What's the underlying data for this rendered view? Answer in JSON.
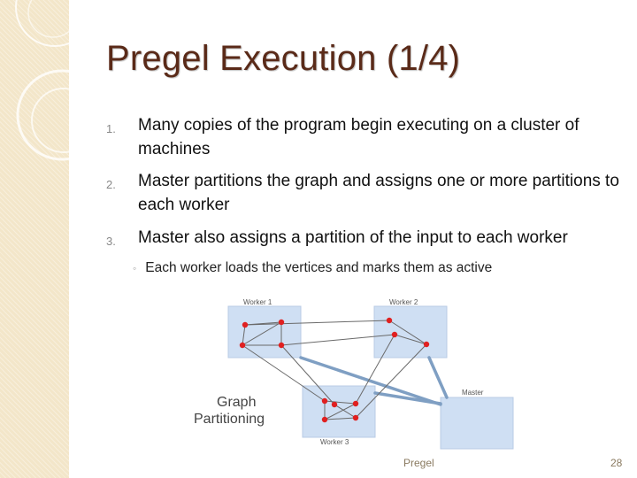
{
  "slide": {
    "title": "Pregel Execution (1/4)",
    "items": [
      {
        "number": "1.",
        "text": "Many copies of the program begin executing on a cluster of machines"
      },
      {
        "number": "2.",
        "text": "Master partitions the graph and assigns one or more partitions to each worker"
      },
      {
        "number": "3.",
        "text": "Master also assigns a partition of the input to each worker"
      }
    ],
    "sub_bullet": "Each worker loads the vertices and marks them as active",
    "bullet_glyph": "◦"
  },
  "diagram": {
    "worker1_label": "Worker 1",
    "worker2_label": "Worker 2",
    "worker3_label": "Worker 3",
    "master_label": "Master",
    "caption_line1": "Graph",
    "caption_line2": "Partitioning",
    "colors": {
      "box_fill": "#cfdff3",
      "box_stroke": "#b9cbe4",
      "node": "#e02020",
      "edge": "#6a6a6a",
      "master_link": "#7f9fc3"
    }
  },
  "footer": {
    "center": "Pregel",
    "page_number": "28"
  }
}
